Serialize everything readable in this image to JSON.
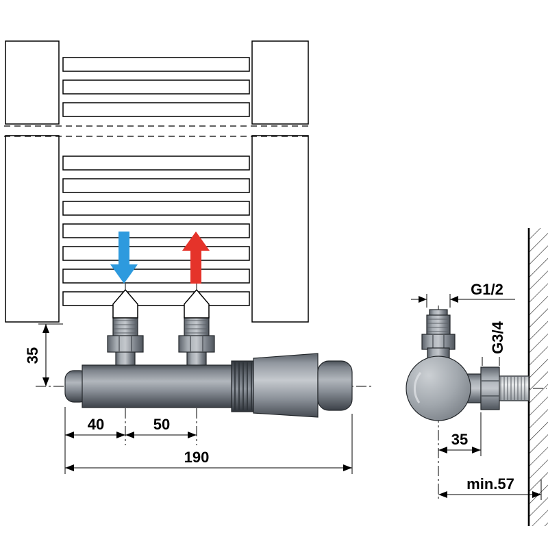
{
  "side_view": {
    "dims": {
      "radiator_to_axis": "35",
      "end_to_first_port": "40",
      "port_spacing": "50",
      "total_length": "190"
    }
  },
  "corner_view": {
    "labels": {
      "top_thread": "G1/2",
      "side_thread": "G3/4"
    },
    "dims": {
      "axis_to_face": "35",
      "min_depth": "min.57"
    }
  },
  "colors": {
    "flow_in_blue": "#2d9ade",
    "flow_out_red": "#e5332a",
    "drawing_line": "#000000",
    "valve_gray": "#8a9096"
  },
  "icons": {
    "flow_in_arrow": "arrow-down",
    "flow_out_arrow": "arrow-up"
  }
}
